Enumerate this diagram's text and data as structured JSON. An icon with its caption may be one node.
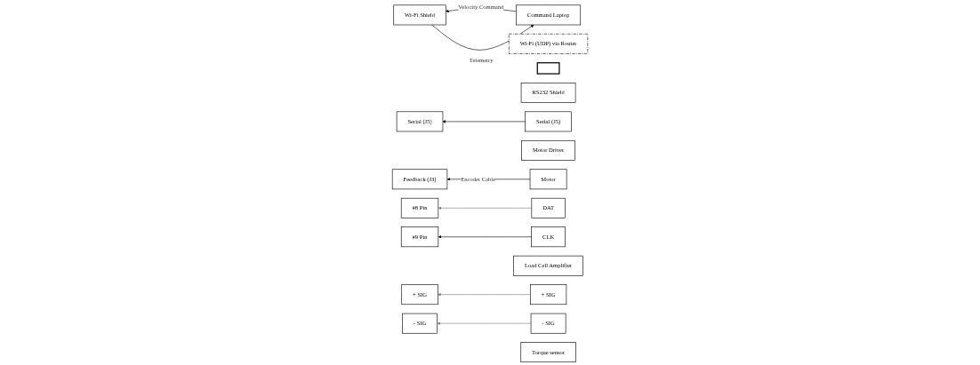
{
  "diagram": {
    "nodes": [
      {
        "text": [
          "Command Laptop"
        ]
      },
      {
        "text": [
          "Wi-Fi (UDP) via Router"
        ]
      },
      {
        "text": [
          "Wi-Fi Shield"
        ]
      },
      {
        "text": [],
        "shape": "bar"
      },
      {
        "text": [
          "RS232 Shield"
        ]
      },
      {
        "text": [
          "Serial (J5)"
        ]
      },
      {
        "text": [
          "Serial (J5)"
        ]
      },
      {
        "text": [
          "Motor Driver"
        ]
      },
      {
        "text": [
          "Feedback (J3)"
        ]
      },
      {
        "text": [
          "Motor"
        ]
      },
      {
        "text": [
          "#8 Pin"
        ]
      },
      {
        "text": [
          "#9 Pin"
        ]
      },
      {
        "text": [
          "DAT"
        ]
      },
      {
        "text": [
          "CLK"
        ]
      },
      {
        "text": [
          "Load Cell Amplifier"
        ]
      },
      {
        "text": [
          "+ SIG"
        ]
      },
      {
        "text": [
          "- SIG"
        ]
      },
      {
        "text": [
          "+ SIG"
        ]
      },
      {
        "text": [
          "- SIG"
        ]
      },
      {
        "text": [
          "Torque sensor"
        ]
      }
    ],
    "edges": [
      {
        "from": 0,
        "to": 2,
        "arrow": "to",
        "label": "Velocity Command"
      },
      {
        "from": 2,
        "to": 0,
        "arrow": "to",
        "label": "Telemetry"
      },
      {
        "from": 6,
        "to": 5,
        "arrow": "to"
      },
      {
        "from": 9,
        "to": 8,
        "arrow": "to",
        "label": "Encoder Cable"
      },
      {
        "from": 12,
        "to": 10,
        "arrow": "to",
        "color": "#808080"
      },
      {
        "from": 13,
        "to": 11,
        "arrow": "to"
      },
      {
        "from": 17,
        "to": 15,
        "arrow": "to",
        "color": "#808080"
      },
      {
        "from": 18,
        "to": 16,
        "arrow": "to",
        "color": "#808080"
      }
    ]
  }
}
